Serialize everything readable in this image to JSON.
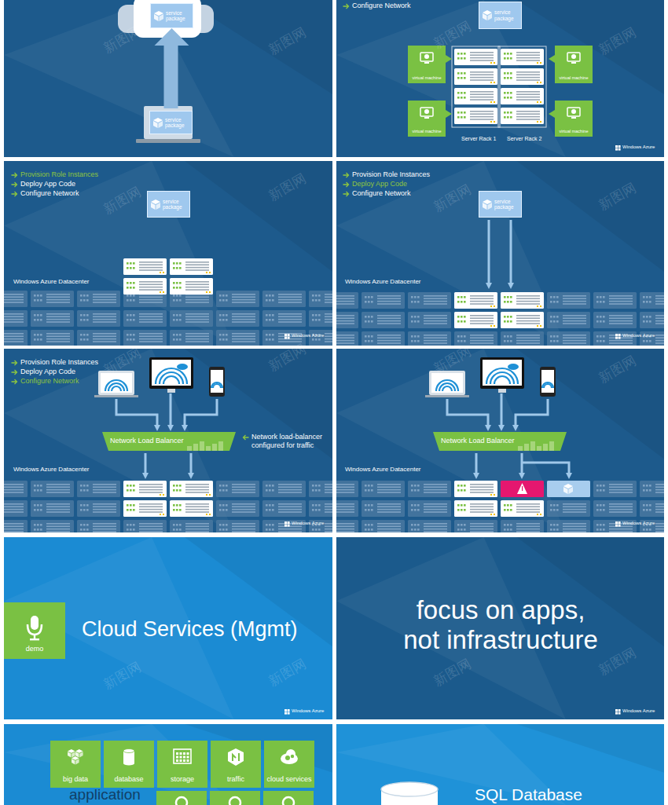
{
  "diagram": {
    "nodes": [
      {
        "text": [
          "service package"
        ]
      },
      {
        "text": [
          "service package"
        ]
      },
      {
        "text": [
          "service package"
        ]
      },
      {
        "text": [
          "virtual machine"
        ]
      },
      {
        "text": [
          "virtual machine"
        ]
      },
      {
        "text": [
          "virtual machine"
        ]
      },
      {
        "text": [
          "virtual machine"
        ]
      },
      {
        "text": [
          "service package"
        ]
      },
      {
        "text": [
          "service package"
        ]
      },
      {
        "text": [
          "Network Load Balancer"
        ]
      },
      {
        "text": [
          "Network Load Balancer"
        ]
      },
      {
        "text": [
          "demo"
        ]
      },
      {
        "text": [
          "big data"
        ]
      },
      {
        "text": [
          "database"
        ]
      },
      {
        "text": [
          "storage"
        ]
      },
      {
        "text": [
          "traffic"
        ]
      },
      {
        "text": [
          "cloud services"
        ]
      }
    ],
    "edges": [
      {
        "from": 1,
        "to": 0,
        "arrow": "to"
      }
    ],
    "labels": [
      "Configure Network",
      "Server Rack 1",
      "Server Rack 2",
      "Windows Azure",
      "Provision Role Instances",
      "Deploy App Code",
      "Configure Network",
      "Windows Azure Datacenter",
      "Windows Azure",
      "Provision Role Instances",
      "Deploy App Code",
      "Configure Network",
      "Windows Azure Datacenter",
      "Windows Azure",
      "Provision Role Instances",
      "Deploy App Code",
      "Configure Network",
      "Network load-balancer configured for traffic",
      "Windows Azure Datacenter",
      "Windows Azure",
      "Windows Azure Datacenter",
      "Windows Azure",
      "Cloud Services (Mgmt)",
      "Windows Azure",
      "focus on apps, not infrastructure",
      "Windows Azure",
      "application",
      "SQL Database",
      "新图网",
      "新图网",
      "新图网",
      "新图网",
      "新图网",
      "新图网",
      "新图网",
      "新图网",
      "新图网",
      "新图网",
      "新图网",
      "新图网",
      "新图网",
      "新图网",
      "新图网",
      "新图网"
    ]
  }
}
